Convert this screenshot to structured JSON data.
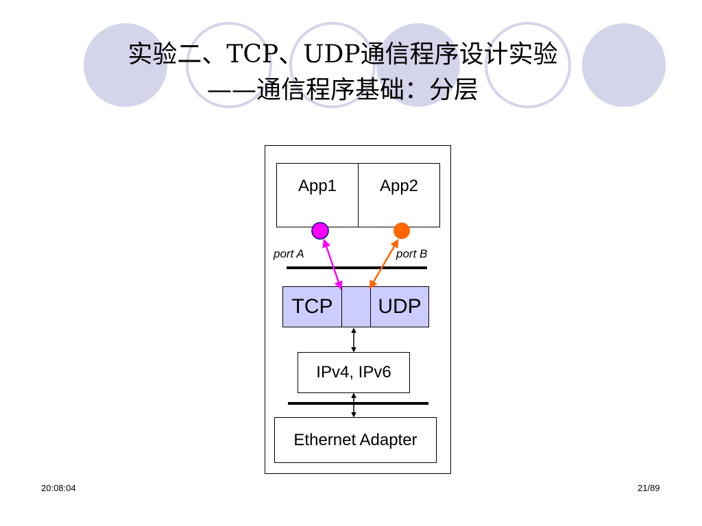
{
  "slide": {
    "title_line1": "实验二、TCP、UDP通信程序设计实验",
    "title_line2": "——通信程序基础：分层"
  },
  "diagram": {
    "app1": "App1",
    "app2": "App2",
    "port_a_label": "port A",
    "port_b_label": "port B",
    "tcp": "TCP",
    "udp": "UDP",
    "ip": "IPv4, IPv6",
    "ethernet": "Ethernet Adapter",
    "colors": {
      "port_a": "#ff00ff",
      "port_b": "#ff6600",
      "transport_fill": "#ccccff",
      "decor_circle": "#d4d4ea"
    }
  },
  "footer": {
    "time": "20:08:04",
    "page": "21/89"
  }
}
